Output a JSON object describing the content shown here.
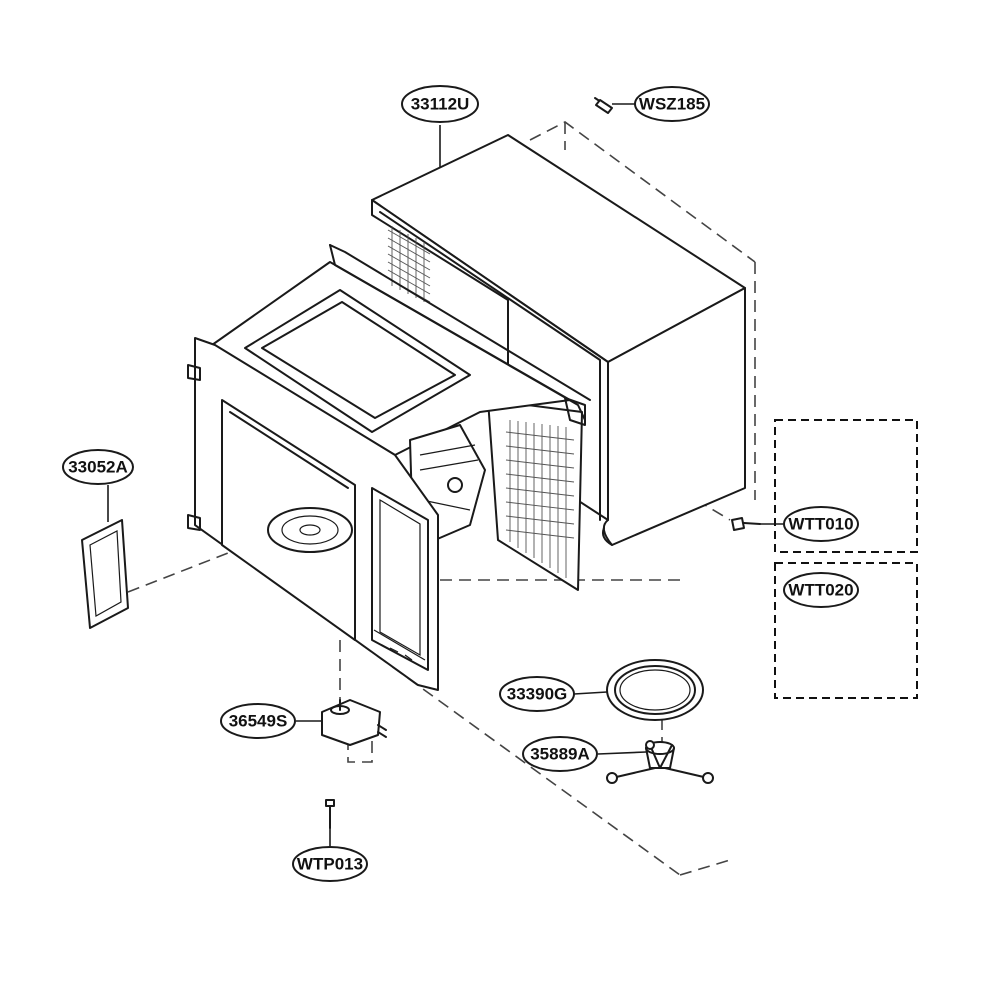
{
  "parts": [
    {
      "id": "33112U",
      "name": "outer-case"
    },
    {
      "id": "WSZ185",
      "name": "case-screw"
    },
    {
      "id": "33052A",
      "name": "waveguide-cover"
    },
    {
      "id": "WTT010",
      "name": "tapping-screw"
    },
    {
      "id": "WTT020",
      "name": "tapping-screw-alt"
    },
    {
      "id": "33390G",
      "name": "turntable-tray"
    },
    {
      "id": "35889A",
      "name": "roller-guide"
    },
    {
      "id": "36549S",
      "name": "turntable-motor"
    },
    {
      "id": "WTP013",
      "name": "motor-screw"
    }
  ]
}
